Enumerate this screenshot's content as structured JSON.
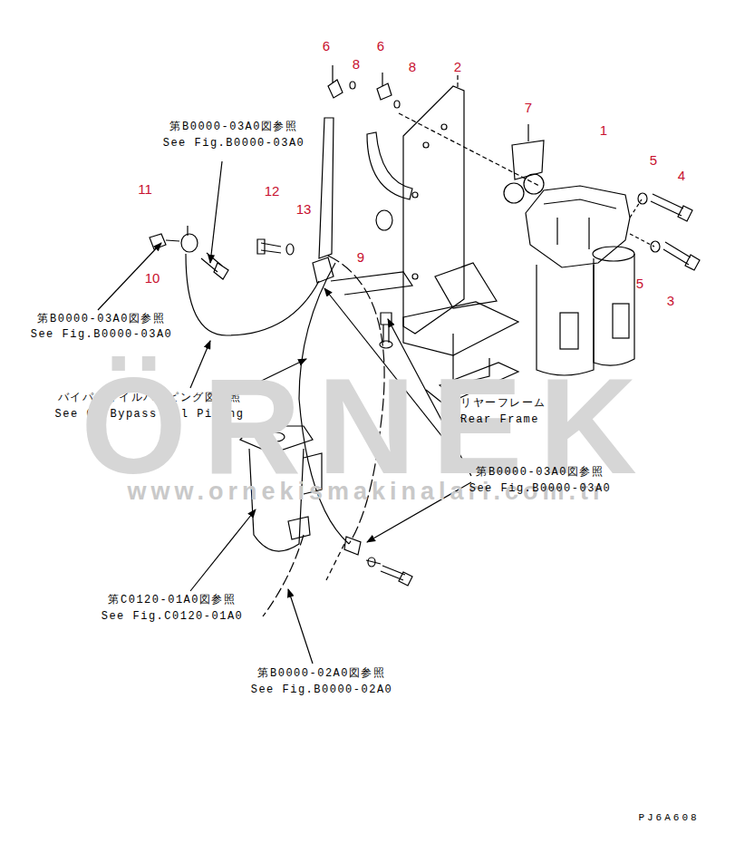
{
  "diagram": {
    "labels": [
      "6",
      "8",
      "6",
      "8",
      "2",
      "7",
      "1",
      "5",
      "4",
      "11",
      "第B0000-03A0図参照",
      "See Fig.B0000-03A0",
      "12",
      "13",
      "9",
      "10",
      "5",
      "3",
      "第B0000-03A0図参照",
      "See Fig.B0000-03A0",
      "バイパスオイルパイピング図参照",
      "See Of Bypass Oil Piping",
      "ÖRNEK",
      "リヤーフレーム",
      "Rear Frame",
      "www.ornekismakinalari.com.tr",
      "第B0000-03A0図参照",
      "See Fig.B0000-03A0",
      "第C0120-01A0図参照",
      "See Fig.C0120-01A0",
      "第B0000-02A0図参照",
      "See Fig.B0000-02A0",
      "PJ6A608"
    ]
  }
}
